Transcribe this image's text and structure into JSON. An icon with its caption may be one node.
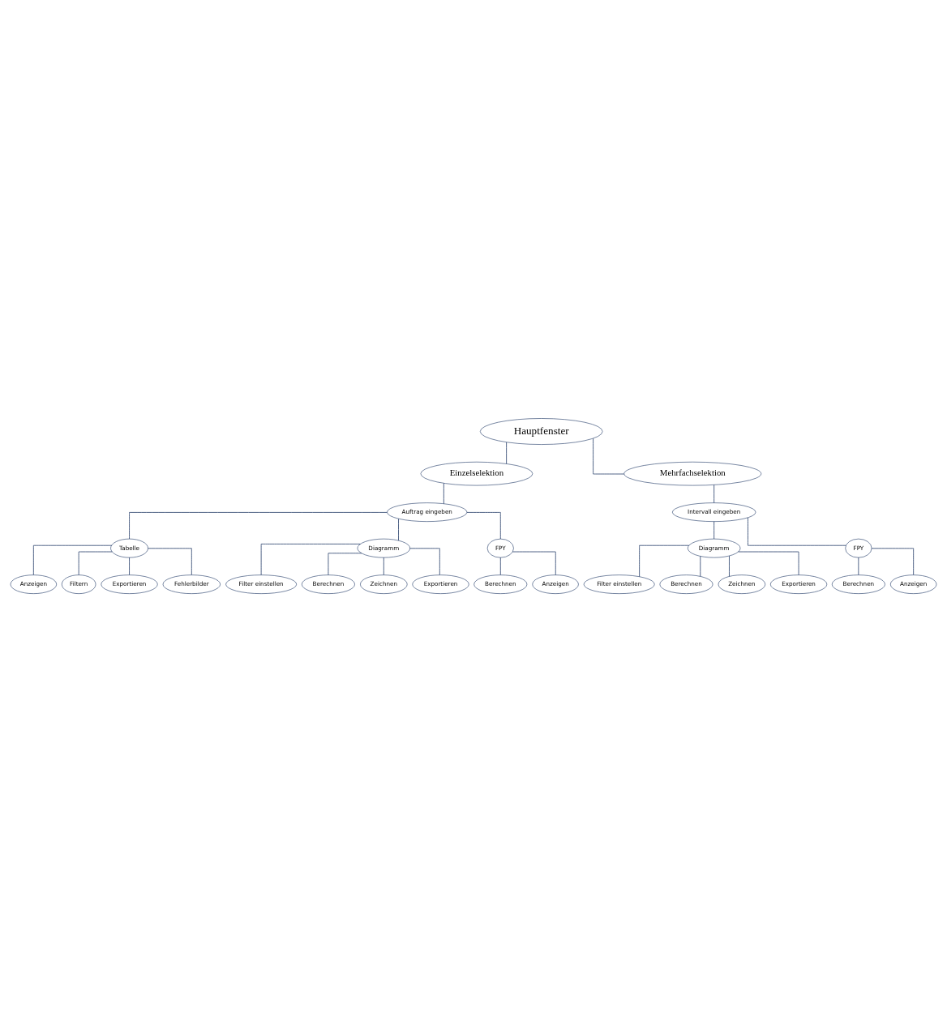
{
  "diagram": {
    "nodes": [
      {
        "text": [
          "Hauptfenster"
        ]
      },
      {
        "text": [
          "Einzelselektion"
        ]
      },
      {
        "text": [
          "Mehrfachselektion"
        ]
      },
      {
        "text": [
          "Auftrag eingeben"
        ]
      },
      {
        "text": [
          "Intervall eingeben"
        ]
      },
      {
        "text": [
          "Tabelle"
        ]
      },
      {
        "text": [
          "Diagramm"
        ]
      },
      {
        "text": [
          "FPY"
        ]
      },
      {
        "text": [
          "Diagramm"
        ]
      },
      {
        "text": [
          "FPY"
        ]
      },
      {
        "text": [
          "Anzeigen"
        ]
      },
      {
        "text": [
          "Filtern"
        ]
      },
      {
        "text": [
          "Exportieren"
        ]
      },
      {
        "text": [
          "Fehlerbilder"
        ]
      },
      {
        "text": [
          "Filter einstellen"
        ]
      },
      {
        "text": [
          "Berechnen"
        ]
      },
      {
        "text": [
          "Zeichnen"
        ]
      },
      {
        "text": [
          "Exportieren"
        ]
      },
      {
        "text": [
          "Berechnen"
        ]
      },
      {
        "text": [
          "Anzeigen"
        ]
      },
      {
        "text": [
          "Filter einstellen"
        ]
      },
      {
        "text": [
          "Berechnen"
        ]
      },
      {
        "text": [
          "Zeichnen"
        ]
      },
      {
        "text": [
          "Exportieren"
        ]
      },
      {
        "text": [
          "Berechnen"
        ]
      },
      {
        "text": [
          "Anzeigen"
        ]
      }
    ],
    "edges": [
      {
        "from": 0,
        "to": 1,
        "arrow": "none"
      },
      {
        "from": 0,
        "to": 2,
        "arrow": "none"
      },
      {
        "from": 1,
        "to": 3,
        "arrow": "none"
      },
      {
        "from": 2,
        "to": 4,
        "arrow": "none"
      },
      {
        "from": 3,
        "to": 5,
        "arrow": "none"
      },
      {
        "from": 3,
        "to": 6,
        "arrow": "none"
      },
      {
        "from": 3,
        "to": 7,
        "arrow": "none"
      },
      {
        "from": 4,
        "to": 8,
        "arrow": "none"
      },
      {
        "from": 4,
        "to": 9,
        "arrow": "none"
      },
      {
        "from": 5,
        "to": 10,
        "arrow": "none"
      },
      {
        "from": 5,
        "to": 11,
        "arrow": "none"
      },
      {
        "from": 5,
        "to": 12,
        "arrow": "none"
      },
      {
        "from": 5,
        "to": 13,
        "arrow": "none"
      },
      {
        "from": 6,
        "to": 14,
        "arrow": "none"
      },
      {
        "from": 6,
        "to": 15,
        "arrow": "none"
      },
      {
        "from": 6,
        "to": 16,
        "arrow": "none"
      },
      {
        "from": 6,
        "to": 17,
        "arrow": "none"
      },
      {
        "from": 7,
        "to": 18,
        "arrow": "none"
      },
      {
        "from": 7,
        "to": 19,
        "arrow": "none"
      },
      {
        "from": 8,
        "to": 20,
        "arrow": "none"
      },
      {
        "from": 8,
        "to": 21,
        "arrow": "none"
      },
      {
        "from": 8,
        "to": 22,
        "arrow": "none"
      },
      {
        "from": 8,
        "to": 23,
        "arrow": "none"
      },
      {
        "from": 9,
        "to": 24,
        "arrow": "none"
      },
      {
        "from": 9,
        "to": 25,
        "arrow": "none"
      }
    ]
  }
}
